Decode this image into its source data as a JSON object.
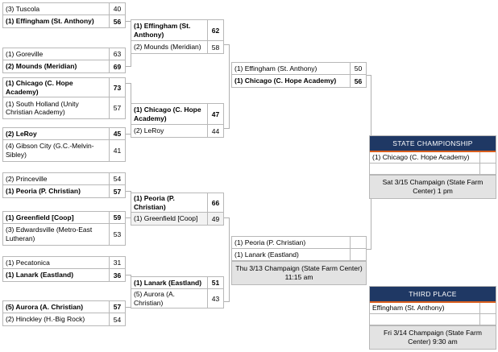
{
  "meta": {
    "accent_navy": "#1f3864",
    "accent_orange": "#d95f1e",
    "border_gray": "#b8b8b8",
    "info_gray": "#e3e3e3"
  },
  "round1": [
    {
      "id": "r1-g1",
      "teams": [
        {
          "name": "(3) Tuscola",
          "score": "40",
          "winner": false
        },
        {
          "name": "(1) Effingham (St. Anthony)",
          "score": "56",
          "winner": true
        }
      ]
    },
    {
      "id": "r1-g2",
      "teams": [
        {
          "name": "(1) Goreville",
          "score": "63",
          "winner": false
        },
        {
          "name": "(2) Mounds (Meridian)",
          "score": "69",
          "winner": true
        }
      ]
    },
    {
      "id": "r1-g3",
      "teams": [
        {
          "name": "(1) Chicago (C. Hope Academy)",
          "score": "73",
          "winner": true
        },
        {
          "name": "(1) South Holland (Unity Christian Academy)",
          "score": "57",
          "winner": false
        }
      ]
    },
    {
      "id": "r1-g4",
      "teams": [
        {
          "name": "(2) LeRoy",
          "score": "45",
          "winner": true
        },
        {
          "name": "(4) Gibson City (G.C.-Melvin-Sibley)",
          "score": "41",
          "winner": false
        }
      ]
    },
    {
      "id": "r1-g5",
      "teams": [
        {
          "name": "(2) Princeville",
          "score": "54",
          "winner": false
        },
        {
          "name": "(1) Peoria (P. Christian)",
          "score": "57",
          "winner": true
        }
      ]
    },
    {
      "id": "r1-g6",
      "teams": [
        {
          "name": "(1) Greenfield [Coop]",
          "score": "59",
          "winner": true
        },
        {
          "name": "(3) Edwardsville (Metro-East Lutheran)",
          "score": "53",
          "winner": false
        }
      ]
    },
    {
      "id": "r1-g7",
      "teams": [
        {
          "name": "(1) Pecatonica",
          "score": "31",
          "winner": false
        },
        {
          "name": "(1) Lanark (Eastland)",
          "score": "36",
          "winner": true
        }
      ]
    },
    {
      "id": "r1-g8",
      "teams": [
        {
          "name": "(5) Aurora (A. Christian)",
          "score": "57",
          "winner": true
        },
        {
          "name": "(2) Hinckley (H.-Big Rock)",
          "score": "54",
          "winner": false
        }
      ]
    }
  ],
  "round2": [
    {
      "id": "r2-g1",
      "teams": [
        {
          "name": "(1) Effingham (St. Anthony)",
          "score": "62",
          "winner": true
        },
        {
          "name": "(2) Mounds (Meridian)",
          "score": "58",
          "winner": false
        }
      ]
    },
    {
      "id": "r2-g2",
      "teams": [
        {
          "name": "(1) Chicago (C. Hope Academy)",
          "score": "47",
          "winner": true
        },
        {
          "name": "(2) LeRoy",
          "score": "44",
          "winner": false
        }
      ]
    },
    {
      "id": "r2-g3",
      "teams": [
        {
          "name": "(1) Peoria (P. Christian)",
          "score": "66",
          "winner": true
        },
        {
          "name": "(1) Greenfield [Coop]",
          "score": "49",
          "winner": false
        }
      ]
    },
    {
      "id": "r2-g4",
      "teams": [
        {
          "name": "(1) Lanark (Eastland)",
          "score": "51",
          "winner": true
        },
        {
          "name": "(5) Aurora (A. Christian)",
          "score": "43",
          "winner": false
        }
      ]
    }
  ],
  "round3": [
    {
      "id": "r3-g1",
      "teams": [
        {
          "name": "(1) Effingham (St. Anthony)",
          "score": "50",
          "winner": false
        },
        {
          "name": "(1) Chicago (C. Hope Academy)",
          "score": "56",
          "winner": true
        }
      ],
      "info": ""
    },
    {
      "id": "r3-g2",
      "teams": [
        {
          "name": "(1) Peoria (P. Christian)",
          "score": "",
          "winner": false
        },
        {
          "name": "(1) Lanark (Eastland)",
          "score": "",
          "winner": false
        }
      ],
      "info": "Thu 3/13 Champaign (State Farm Center) 11:15 am"
    }
  ],
  "championship": {
    "title": "STATE CHAMPIONSHIP",
    "teams": [
      {
        "name": "(1) Chicago (C. Hope Academy)",
        "score": ""
      },
      {
        "name": "",
        "score": ""
      }
    ],
    "info": "Sat 3/15 Champaign (State Farm Center) 1 pm"
  },
  "third_place": {
    "title": "THIRD PLACE",
    "teams": [
      {
        "name": "Effingham (St. Anthony)",
        "score": ""
      },
      {
        "name": "",
        "score": ""
      }
    ],
    "info": "Fri 3/14 Champaign (State Farm Center) 9:30 am"
  }
}
